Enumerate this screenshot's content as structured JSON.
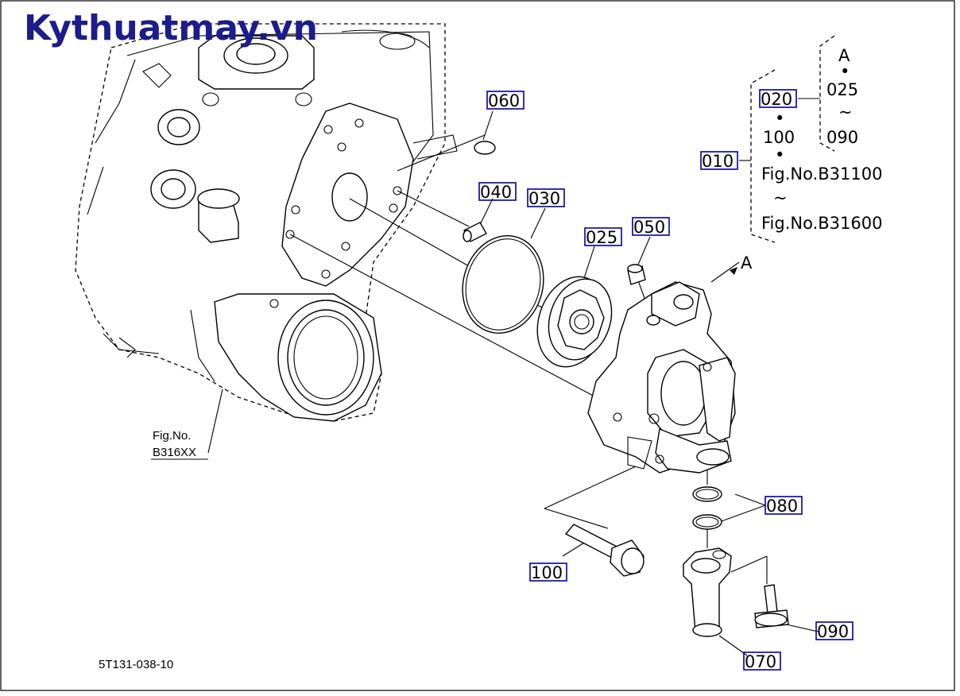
{
  "watermark": "Kythuatmay.vn",
  "callouts": {
    "p060": "060",
    "p040": "040",
    "p030": "030",
    "p025": "025",
    "p050": "050",
    "p080": "080",
    "p100": "100",
    "p090": "090",
    "p070": "070",
    "p010": "010",
    "p020": "020"
  },
  "view_marker": "A",
  "figure_ref": {
    "line1": "Fig.No.",
    "line2": "B316XX"
  },
  "legend": {
    "top_a": "A",
    "dot1": "•",
    "r025": "025",
    "tilde1": "~",
    "r090": "090",
    "dot2": "•",
    "r100": "100",
    "dot3": "•",
    "fig_start": "Fig.No.B31100",
    "tilde2": "~",
    "fig_end": "Fig.No.B31600"
  },
  "drawing_number": "5T131-038-10"
}
